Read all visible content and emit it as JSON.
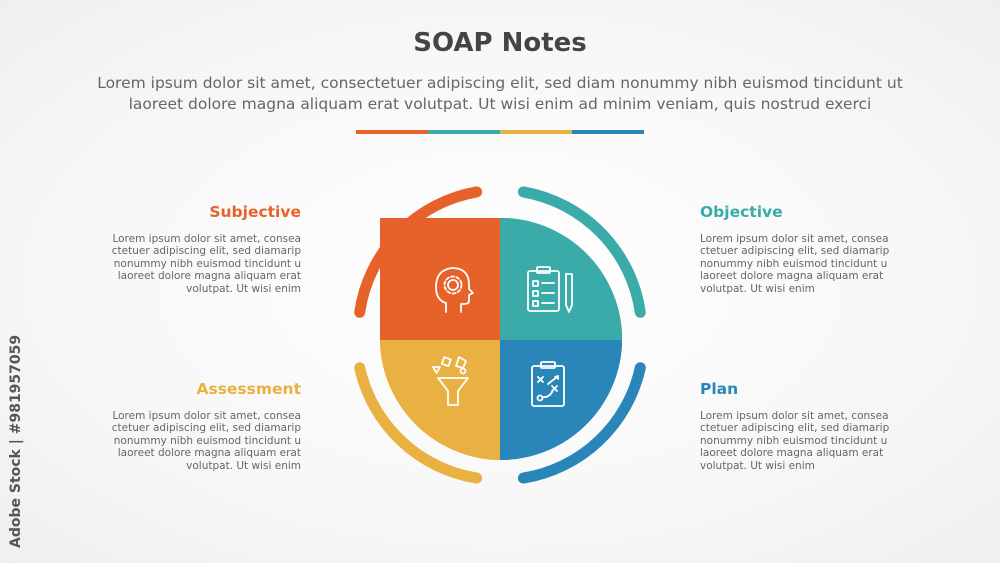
{
  "title": "SOAP Notes",
  "subtitle_line1": "Lorem ipsum dolor sit amet, consectetuer adipiscing elit, sed diam nonummy nibh euismod tincidunt ut",
  "subtitle_line2": "laoreet dolore magna aliquam erat volutpat. Ut wisi enim ad minim veniam, quis nostrud exerci",
  "colors": {
    "orange": "#e7622a",
    "teal": "#3aaba8",
    "yellow": "#e8b142",
    "blue": "#2a86b9"
  },
  "sections": [
    {
      "label": "Subjective",
      "color": "#e7622a",
      "lines": [
        "Lorem ipsum dolor sit amet, consea",
        "ctetuer adipiscing elit, sed diamarip",
        "nonummy nibh euismod tincidunt u",
        "laoreet dolore magna aliquam erat",
        "volutpat. Ut wisi enim"
      ],
      "icon": "head-gear-icon"
    },
    {
      "label": "Objective",
      "color": "#3aaba8",
      "lines": [
        "Lorem ipsum dolor sit amet, consea",
        "ctetuer adipiscing elit, sed diamarip",
        "nonummy nibh euismod tincidunt u",
        "laoreet dolore magna aliquam erat",
        "volutpat. Ut wisi enim"
      ],
      "icon": "clipboard-checklist-icon"
    },
    {
      "label": "Assessment",
      "color": "#e8b142",
      "lines": [
        "Lorem ipsum dolor sit amet, consea",
        "ctetuer adipiscing elit, sed diamarip",
        "nonummy nibh euismod tincidunt u",
        "laoreet dolore magna aliquam erat",
        "volutpat. Ut wisi enim"
      ],
      "icon": "funnel-shapes-icon"
    },
    {
      "label": "Plan",
      "color": "#2a86b9",
      "lines": [
        "Lorem ipsum dolor sit amet, consea",
        "ctetuer adipiscing elit, sed diamarip",
        "nonummy nibh euismod tincidunt u",
        "laoreet dolore magna aliquam erat",
        "volutpat. Ut wisi enim"
      ],
      "icon": "strategy-board-icon"
    }
  ],
  "watermark": "Adobe Stock | #981957059"
}
